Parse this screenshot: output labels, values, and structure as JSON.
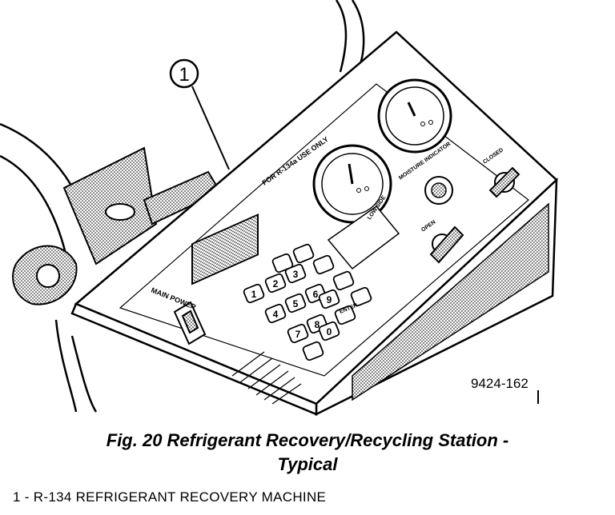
{
  "figure": {
    "callout_number": "1",
    "figure_id": "9424-162",
    "panel_text": {
      "for_use_only": "FOR R-134a USE ONLY",
      "main_power": "MAIN POWER",
      "moisture_indicator": "MOISTURE INDICATOR",
      "closed": "CLOSED",
      "open": "OPEN",
      "low_side": "LOW SIDE",
      "enter": "ENTER",
      "zero": "0"
    },
    "keypad_digits": [
      "1",
      "2",
      "3",
      "4",
      "5",
      "6",
      "7",
      "8",
      "9"
    ]
  },
  "caption": {
    "line1": "Fig. 20 Refrigerant Recovery/Recycling Station -",
    "line2": "Typical"
  },
  "legend": {
    "items": [
      {
        "number": "1",
        "separator": " - ",
        "label": "R-134 REFRIGERANT RECOVERY MACHINE"
      }
    ]
  }
}
